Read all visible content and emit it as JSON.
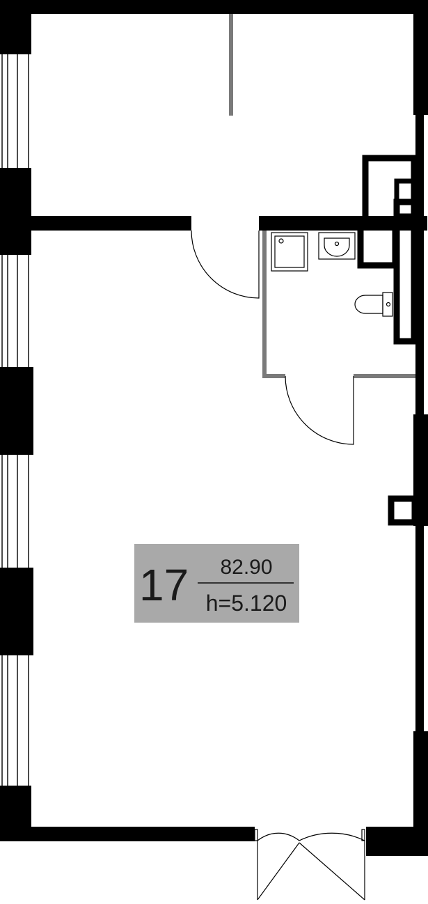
{
  "room": {
    "number": "17",
    "area": "82.90",
    "height": "h=5.120"
  },
  "colors": {
    "wall": "#000000",
    "partition": "#7a7a7a",
    "badge": "#a9a9a9",
    "text": "#1a1a1a"
  }
}
